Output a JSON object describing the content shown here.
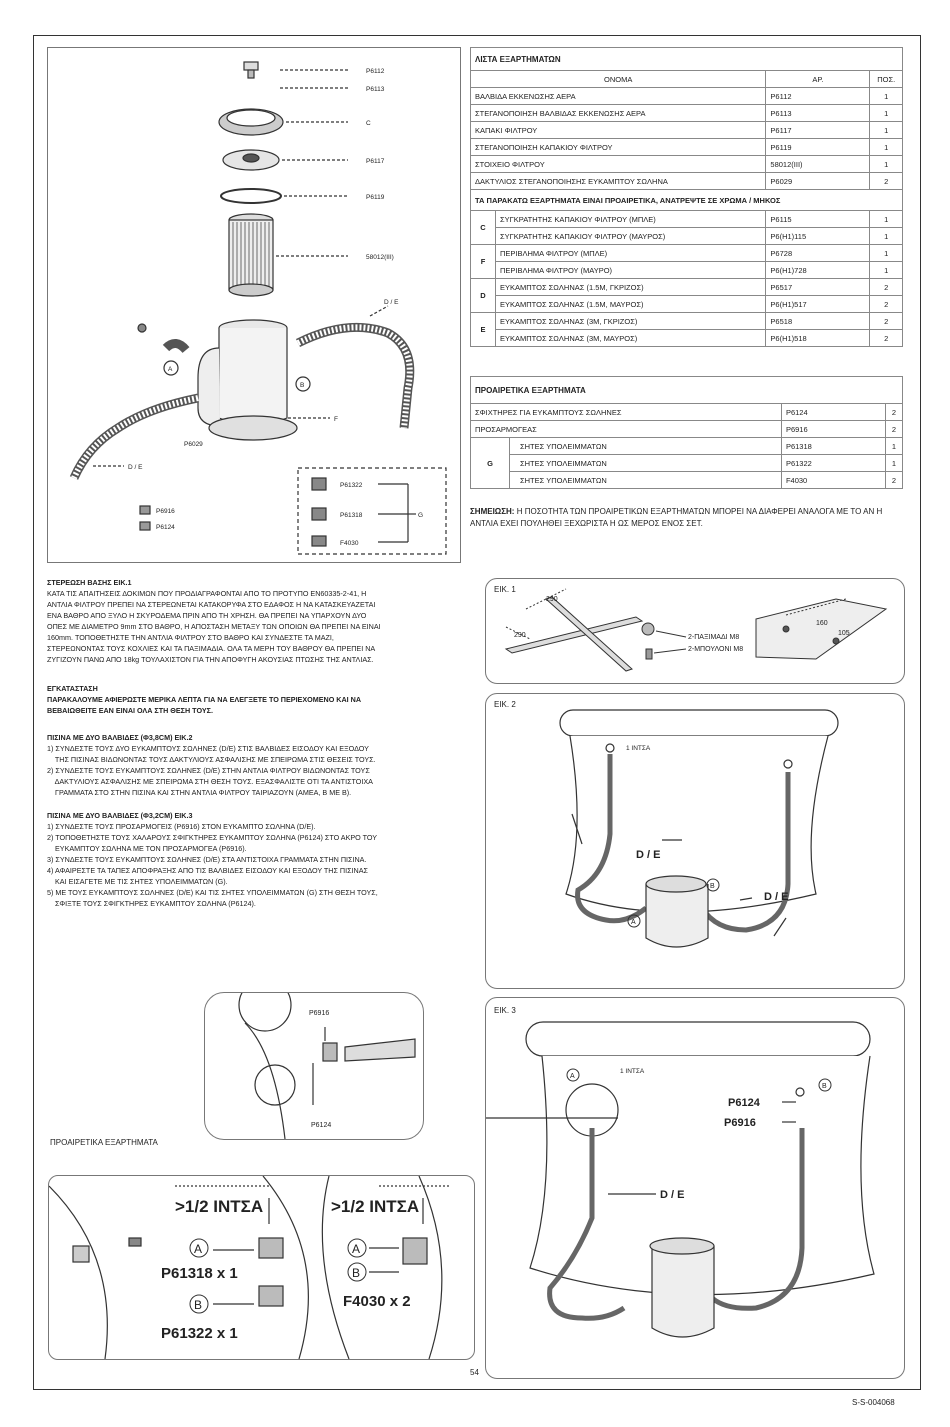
{
  "parts_list": {
    "title": "ΛΙΣΤΑ ΕΞΑΡΤΗΜΑΤΩΝ",
    "col_name": "ΟΝΟΜΑ",
    "col_no": "ΑΡ.",
    "col_qty": "ΠΟΣ.",
    "rows": [
      {
        "name": "ΒΑΛΒΙΔΑ ΕΚΚΕΝΩΣΗΣ ΑΕΡΑ",
        "no": "P6112",
        "qty": "1"
      },
      {
        "name": "ΣΤΕΓΑΝΟΠΟΙΗΣΗ ΒΑΛΒΙΔΑΣ ΕΚΚΕΝΩΣΗΣ ΑΕΡΑ",
        "no": "P6113",
        "qty": "1"
      },
      {
        "name": "ΚΑΠΑΚΙ ΦΙΛΤΡΟΥ",
        "no": "P6117",
        "qty": "1"
      },
      {
        "name": "ΣΤΕΓΑΝΟΠΟΙΗΣΗ ΚΑΠΑΚΙΟΥ ΦΙΛΤΡΟΥ",
        "no": "P6119",
        "qty": "1"
      },
      {
        "name": "ΣΤΟΙΧΕΙΟ ΦΙΛΤΡΟΥ",
        "no": "58012(III)",
        "qty": "1"
      },
      {
        "name": "ΔΑΚΤΥΛΙΟΣ ΣΤΕΓΑΝΟΠΟΙΗΣΗΣ ΕΥΚΑΜΠΤΟΥ ΣΩΛΗΝΑ",
        "no": "P6029",
        "qty": "2"
      }
    ],
    "optional_note": "ΤΑ ΠΑΡΑΚΑΤΩ ΕΞΑΡΤΗΜΑΤΑ ΕΙΝΑΙ ΠΡΟΑΙΡΕΤΙΚΑ, ΑΝΑΤΡΕΨΤΕ ΣΕ ΧΡΩΜΑ / ΜΗΚΟΣ",
    "groups": [
      {
        "letter": "C",
        "rows": [
          {
            "name": "ΣΥΓΚΡΑΤΗΤΗΣ ΚΑΠΑΚΙΟΥ ΦΙΛΤΡΟΥ (ΜΠΛΕ)",
            "no": "P6115",
            "qty": "1"
          },
          {
            "name": "ΣΥΓΚΡΑΤΗΤΗΣ ΚΑΠΑΚΙΟΥ ΦΙΛΤΡΟΥ (ΜΑΥΡΟΣ)",
            "no": "P6(H1)115",
            "qty": "1"
          }
        ]
      },
      {
        "letter": "F",
        "rows": [
          {
            "name": "ΠΕΡΙΒΛΗΜΑ ΦΙΛΤΡΟΥ (ΜΠΛΕ)",
            "no": "P6728",
            "qty": "1"
          },
          {
            "name": "ΠΕΡΙΒΛΗΜΑ ΦΙΛΤΡΟΥ (ΜΑΥΡΟ)",
            "no": "P6(H1)728",
            "qty": "1"
          }
        ]
      },
      {
        "letter": "D",
        "rows": [
          {
            "name": "ΕΥΚΑΜΠΤΟΣ ΣΩΛΗΝΑΣ (1.5M, ΓΚΡΙΖΟΣ)",
            "no": "P6517",
            "qty": "2"
          },
          {
            "name": "ΕΥΚΑΜΠΤΟΣ ΣΩΛΗΝΑΣ (1.5M, ΜΑΥΡΟΣ)",
            "no": "P6(H1)517",
            "qty": "2"
          }
        ]
      },
      {
        "letter": "E",
        "rows": [
          {
            "name": "ΕΥΚΑΜΠΤΟΣ ΣΩΛΗΝΑΣ (3M, ΓΚΡΙΖΟΣ)",
            "no": "P6518",
            "qty": "2"
          },
          {
            "name": "ΕΥΚΑΜΠΤΟΣ ΣΩΛΗΝΑΣ (3M, ΜΑΥΡΟΣ)",
            "no": "P6(H1)518",
            "qty": "2"
          }
        ]
      }
    ]
  },
  "optional_parts": {
    "title": "ΠΡΟΑΙΡΕΤΙΚΑ ΕΞΑΡΤΗΜΑΤΑ",
    "rows": [
      {
        "name": "ΣΦΙΧΤΗΡΕΣ ΓΙΑ ΕΥΚΑΜΠΤΟΥΣ ΣΩΛΗΝΕΣ",
        "no": "P6124",
        "qty": "2"
      },
      {
        "name": "ΠΡΟΣΑΡΜΟΓΕΑΣ",
        "no": "P6916",
        "qty": "2"
      }
    ],
    "group_g": {
      "letter": "G",
      "rows": [
        {
          "name": "ΣΗΤΕΣ ΥΠΟΛΕΙΜΜΑΤΩΝ",
          "no": "P61318",
          "qty": "1"
        },
        {
          "name": "ΣΗΤΕΣ ΥΠΟΛΕΙΜΜΑΤΩΝ",
          "no": "P61322",
          "qty": "1"
        },
        {
          "name": "ΣΗΤΕΣ ΥΠΟΛΕΙΜΜΑΤΩΝ",
          "no": "F4030",
          "qty": "2"
        }
      ]
    },
    "note_label": "ΣΗΜΕΙΩΣΗ:",
    "note_text": "Η ΠΟΣΟΤΗΤΑ ΤΩΝ ΠΡΟΑΙΡΕΤΙΚΩΝ ΕΞΑΡΤΗΜΑΤΩΝ ΜΠΟΡΕΙ ΝΑ ΔΙΑΦΕΡΕΙ ΑΝΑΛΟΓΑ ΜΕ ΤΟ ΑΝ Η ΑΝΤΛΙΑ ΕΧΕΙ ΠΟΥΛΗΘΕΙ ΞΕΧΩΡΙΣΤΑ Η ΩΣ ΜΕΡΟΣ ΕΝΟΣ ΣΕΤ."
  },
  "exploded": {
    "labels": [
      "P6112",
      "P6113",
      "C",
      "P6117",
      "P6119",
      "58012(III)",
      "D / E",
      "D / E",
      "F",
      "P6029",
      "P6916",
      "P6124",
      "P61322",
      "P61318",
      "F4030",
      "G"
    ]
  },
  "instructions": {
    "base_title": "ΣΤΕΡΕΩΣΗ ΒΑΣΗΣ ΕΙΚ.1",
    "base_lines": [
      "ΚΑΤΑ ΤΙΣ ΑΠΑΙΤΗΣΕΙΣ ΔΟΚΙΜΩΝ ΠΟΥ ΠΡΟΔΙΑΓΡΑΦΟΝΤΑΙ ΑΠΟ ΤΟ ΠΡΟΤΥΠΟ EN60335-2-41, Η",
      "ΑΝΤΛΙΑ ΦΙΛΤΡΟΥ ΠΡΕΠΕΙ ΝΑ ΣΤΕΡΕΩΝΕΤΑΙ ΚΑΤΑΚΟΡΥΦΑ ΣΤΟ ΕΔΑΦΟΣ Η ΝΑ ΚΑΤΑΣΚΕΥΑΖΕΤΑΙ",
      "ΕΝΑ ΒΑΘΡΟ ΑΠΟ ΞΥΛΟ Η ΣΚΥΡΟΔΕΜΑ ΠΡΙΝ ΑΠΟ ΤΗ ΧΡΗΣΗ. ΘΑ ΠΡΕΠΕΙ ΝΑ ΥΠΑΡΧΟΥΝ ΔΥΟ",
      "ΟΠΕΣ ΜΕ ΔΙΑΜΕΤΡΟ 9mm ΣΤΟ ΒΑΘΡΟ, Η ΑΠΟΣΤΑΣΗ ΜΕΤΑΞΥ ΤΩΝ ΟΠΟΙΩΝ ΘΑ ΠΡΕΠΕΙ ΝΑ ΕΙΝΑΙ",
      "160mm. ΤΟΠΟΘΕΤΗΣΤΕ ΤΗΝ ΑΝΤΛΙΑ ΦΙΛΤΡΟΥ ΣΤΟ ΒΑΘΡΟ ΚΑΙ ΣΥΝΔΕΣΤΕ ΤΑ ΜΑΖΙ,",
      "ΣΤΕΡΕΩΝΟΝΤΑΣ ΤΟΥΣ ΚΟΧΛΙΕΣ ΚΑΙ ΤΑ ΠΑΞΙΜΑΔΙΑ. ΟΛΑ ΤΑ ΜΕΡΗ ΤΟΥ ΒΑΘΡΟΥ ΘΑ ΠΡΕΠΕΙ ΝΑ",
      "ΖΥΓΙΖΟΥΝ ΠΑΝΩ ΑΠΟ 18kg ΤΟΥΛΑΧΙΣΤΟΝ ΓΙΑ ΤΗΝ ΑΠΟΦΥΓΗ ΑΚΟΥΣΙΑΣ ΠΤΩΣΗΣ ΤΗΣ ΑΝΤΛΙΑΣ."
    ],
    "install_title": "ΕΓΚΑΤΑΣΤΑΣΗ",
    "install_lines": [
      "ΠΑΡΑΚΑΛΟΥΜΕ ΑΦΙΕΡΩΣΤΕ ΜΕΡΙΚΑ ΛΕΠΤΑ ΓΙΑ ΝΑ ΕΛΕΓΞΕΤΕ ΤΟ ΠΕΡΙΕΧΟΜΕΝΟ ΚΑΙ ΝΑ",
      "ΒΕΒΑΙΩΘΕΙΤΕ ΕΑΝ ΕΙΝΑΙ ΟΛΑ ΣΤΗ ΘΕΣΗ ΤΟΥΣ."
    ],
    "pool38_title": "ΠΙΣΙΝΑ ΜΕ ΔΥΟ ΒΑΛΒΙΔΕΣ (Φ3,8CM) ΕΙΚ.2",
    "pool38_lines": [
      "1) ΣΥΝΔΕΣΤΕ ΤΟΥΣ ΔΥΟ ΕΥΚΑΜΠΤΟΥΣ ΣΩΛΗΝΕΣ (D/E) ΣΤΙΣ ΒΑΛΒΙΔΕΣ ΕΙΣΟΔΟΥ ΚΑΙ ΕΞΟΔΟΥ",
      "    ΤΗΣ ΠΙΣΙΝΑΣ ΒΙΔΩΝΟΝΤΑΣ ΤΟΥΣ ΔΑΚΤΥΛΙΟΥΣ ΑΣΦΑΛΙΣΗΣ ΜΕ ΣΠΕΙΡΩΜΑ ΣΤΙΣ ΘΕΣΕΙΣ ΤΟΥΣ.",
      "2) ΣΥΝΔΕΣΤΕ ΤΟΥΣ ΕΥΚΑΜΠΤΟΥΣ ΣΩΛΗΝΕΣ (D/E) ΣΤΗΝ ΑΝΤΛΙΑ ΦΙΛΤΡΟΥ ΒΙΔΩΝΟΝΤΑΣ ΤΟΥΣ",
      "    ΔΑΚΤΥΛΙΟΥΣ ΑΣΦΑΛΙΣΗΣ ΜΕ ΣΠΕΙΡΩΜΑ ΣΤΗ ΘΕΣΗ ΤΟΥΣ. ΕΞΑΣΦΑΛΙΣΤΕ ΟΤΙ ΤΑ ΑΝΤΙΣΤΟΙΧΑ",
      "    ΓΡΑΜΜΑΤΑ ΣΤΟ ΣΤΗΝ ΠΙΣΙΝΑ ΚΑΙ ΣΤΗΝ ΑΝΤΛΙΑ ΦΙΛΤΡΟΥ ΤΑΙΡΙΑΖΟΥΝ (ΑΜΕΑ, Β ΜΕ Β)."
    ],
    "pool32_title": "ΠΙΣΙΝΑ ΜΕ ΔΥΟ ΒΑΛΒΙΔΕΣ (Φ3,2CM) ΕΙΚ.3",
    "pool32_lines": [
      "1) ΣΥΝΔΕΣΤΕ ΤΟΥΣ ΠΡΟΣΑΡΜΟΓΕΙΣ (P6916) ΣΤΟΝ ΕΥΚΑΜΠΤΟ ΣΩΛΗΝΑ (D/E).",
      "2) ΤΟΠΟΘΕΤΗΣΤΕ ΤΟΥΣ ΧΑΛΑΡΟΥΣ ΣΦΙΓΚΤΗΡΕΣ ΕΥΚΑΜΠΤΟΥ ΣΩΛΗΝΑ (P6124) ΣΤΟ ΑΚΡΟ ΤΟΥ",
      "    ΕΥΚΑΜΠΤΟΥ ΣΩΛΗΝΑ ΜΕ ΤΟΝ ΠΡΟΣΑΡΜΟΓΕΑ (P6916).",
      "3) ΣΥΝΔΕΣΤΕ ΤΟΥΣ ΕΥΚΑΜΠΤΟΥΣ ΣΩΛΗΝΕΣ (D/E) ΣΤΑ ΑΝΤΙΣΤΟΙΧΑ ΓΡΑΜΜΑΤΑ ΣΤΗΝ ΠΙΣΙΝΑ.",
      "4) ΑΦΑΙΡΕΣΤΕ ΤΑ ΤΑΠΕΣ ΑΠΟΦΡΑΞΗΣ ΑΠΟ ΤΙΣ ΒΑΛΒΙΔΕΣ ΕΙΣΟΔΟΥ ΚΑΙ ΕΞΟΔΟΥ ΤΗΣ ΠΙΣΙΝΑΣ",
      "    ΚΑΙ ΕΙΣΑΓΕΤΕ ΜΕ ΤΙΣ ΣΗΤΕΣ ΥΠΟΛΕΙΜΜΑΤΩΝ (G).",
      "5) ΜΕ ΤΟΥΣ ΕΥΚΑΜΠΤΟΥΣ ΣΩΛΗΝΕΣ (D/E) ΚΑΙ ΤΙΣ ΣΗΤΕΣ ΥΠΟΛΕΙΜΜΑΤΩΝ (G) ΣΤΗ ΘΕΣΗ ΤΟΥΣ,",
      "    ΣΦΙΞΤΕ ΤΟΥΣ ΣΦΙΓΚΤΗΡΕΣ ΕΥΚΑΜΠΤΟΥ ΣΩΛΗΝΑ (P6124)."
    ]
  },
  "fig1": {
    "label": "ΕΙΚ. 1",
    "dim1": "290",
    "dim2": "290",
    "dim3": "160",
    "dim4": "105",
    "nuts": "2-ΠΑΞΙΜΑΔΙ M8",
    "bolts": "2-ΜΠΟΥΛΟΝΙ M8"
  },
  "fig2": {
    "label": "ΕΙΚ. 2",
    "inch": "1 ΙΝΤΣΑ",
    "de1": "D / E",
    "de2": "D / E",
    "a": "A",
    "b": "B"
  },
  "fig3": {
    "label": "ΕΙΚ. 3",
    "inch": "1 ΙΝΤΣΑ",
    "p6124": "P6124",
    "p6916": "P6916",
    "de": "D / E",
    "a": "A",
    "b": "B"
  },
  "detail": {
    "p6916": "P6916",
    "p6124": "P6124"
  },
  "optional_title": "ΠΡΟΑΙΡΕΤΙΚΑ ΕΞΑΡΤΗΜΑΤΑ",
  "strainers": {
    "half_inch_left": ">1/2 ΙΝΤΣΑ",
    "half_inch_right": ">1/2 ΙΝΤΣΑ",
    "a": "A",
    "b": "B",
    "p61318": "P61318 x 1",
    "p61322": "P61322 x 1",
    "f4030": "F4030 x 2"
  },
  "page_number": "54",
  "doc_code": "S-S-004068"
}
